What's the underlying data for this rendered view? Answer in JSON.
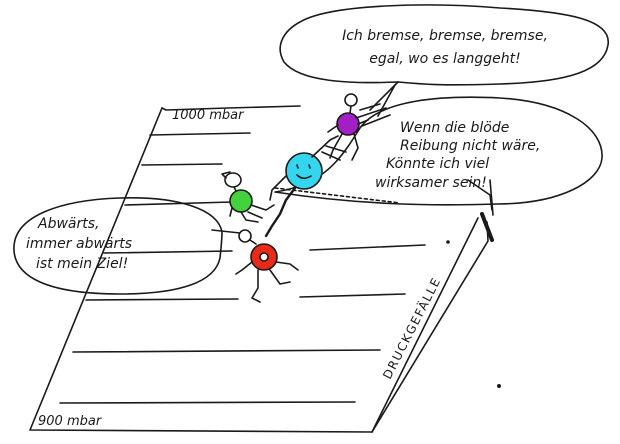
{
  "labels": {
    "top_pressure": "1000 mbar",
    "bottom_pressure": "900 mbar",
    "side_label": "DRUCKGEFÄLLE"
  },
  "speech": {
    "top": [
      "Ich bremse, bremse, bremse,",
      "egal, wo es langgeht!"
    ],
    "right": [
      "Wenn die blöde",
      "Reibung nicht wäre,",
      "Könnte ich viel",
      "wirksamer sein!"
    ],
    "left": [
      "Abwärts,",
      "immer abwärts",
      "ist mein Ziel!"
    ]
  },
  "colors": {
    "ink": "#1a1a1a",
    "purple_body": "#a21fc6",
    "cyan_body": "#33d6ee",
    "green_body": "#43d23b",
    "red_body": "#ea2a18"
  }
}
